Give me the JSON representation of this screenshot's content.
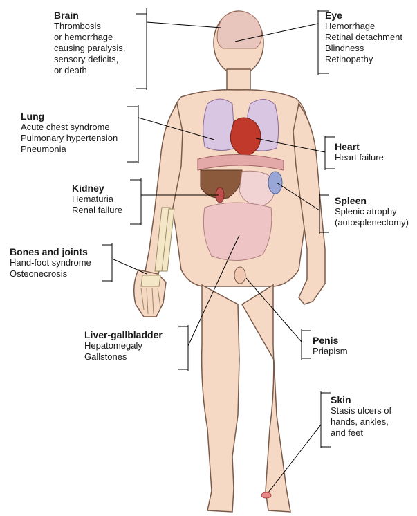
{
  "labels": {
    "brain": {
      "title": "Brain",
      "lines": [
        "Thrombosis",
        "or hemorrhage",
        "causing paralysis,",
        "sensory deficits,",
        "or death"
      ]
    },
    "eye": {
      "title": "Eye",
      "lines": [
        "Hemorrhage",
        "Retinal detachment",
        "Blindness",
        "Retinopathy"
      ]
    },
    "lung": {
      "title": "Lung",
      "lines": [
        "Acute chest syndrome",
        "Pulmonary hypertension",
        "Pneumonia"
      ]
    },
    "heart": {
      "title": "Heart",
      "lines": [
        "Heart failure"
      ]
    },
    "kidney": {
      "title": "Kidney",
      "lines": [
        "Hematuria",
        "Renal failure"
      ]
    },
    "spleen": {
      "title": "Spleen",
      "lines": [
        "Splenic atrophy",
        "(autosplenectomy)"
      ]
    },
    "bones": {
      "title": "Bones and joints",
      "lines": [
        "Hand-foot syndrome",
        "Osteonecrosis"
      ]
    },
    "liver": {
      "title": "Liver-gallbladder",
      "lines": [
        "Hepatomegaly",
        "Gallstones"
      ]
    },
    "penis": {
      "title": "Penis",
      "lines": [
        "Priapism"
      ]
    },
    "skin": {
      "title": "Skin",
      "lines": [
        "Stasis ulcers of",
        "hands, ankles,",
        "and feet"
      ]
    }
  },
  "colors": {
    "skin": "#f6d9c4",
    "outline": "#7a5a4a",
    "lung": "#d8c6e2",
    "heart": "#c0392b",
    "liver": "#8b5a3c",
    "intestine": "#efc4c4",
    "bone": "#f3e7c8",
    "spleen": "#9aa6d6"
  }
}
